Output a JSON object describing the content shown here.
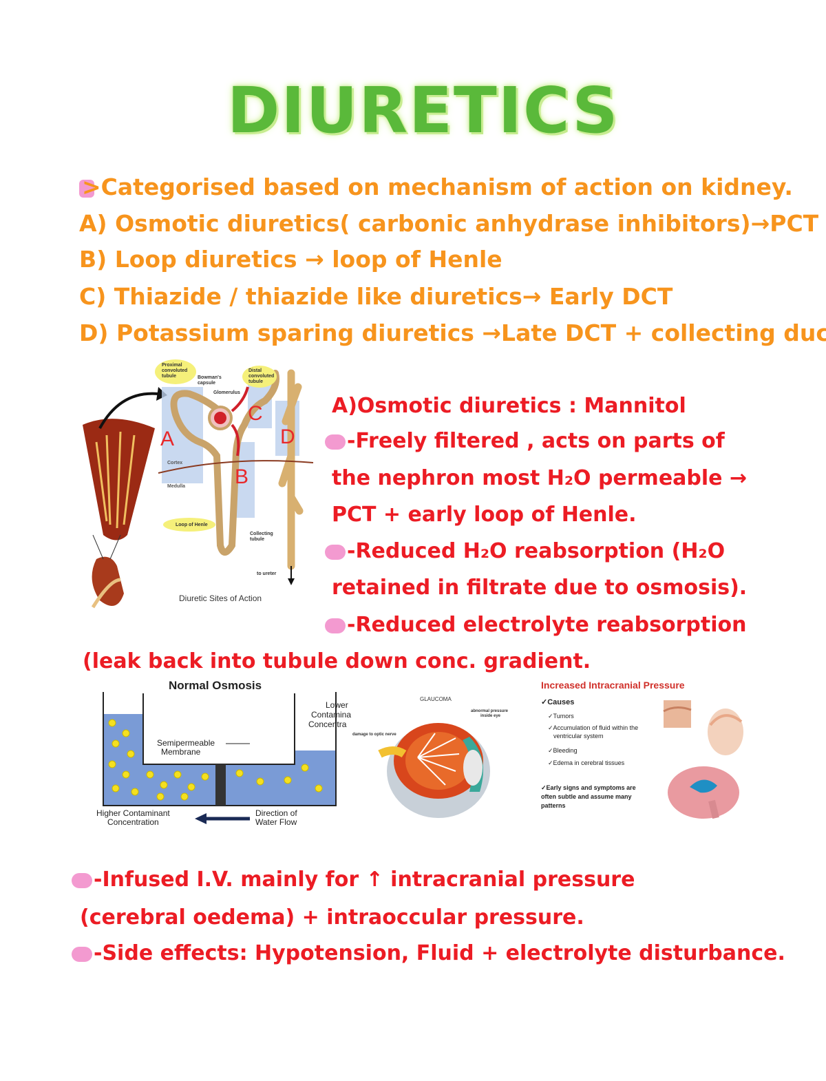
{
  "title": "DIURETICS",
  "intro": {
    "line1": ">Categorised based on mechanism of action on kidney.",
    "a": "A) Osmotic diuretics( carbonic anhydrase inhibitors)→PCT",
    "b": "B) Loop diuretics → loop of Henle",
    "c": "C) Thiazide / thiazide like diuretics→ Early DCT",
    "d": "D) Potassium sparing diuretics →Late DCT + collecting duct"
  },
  "nephron_figure": {
    "labels": {
      "pct": "Proximal convoluted tubule",
      "bowman": "Bowman's capsule",
      "glomerulus": "Glomerulus",
      "dct": "Distal convoluted tubule",
      "cortex": "Cortex",
      "medulla": "Medulla",
      "loop": "Loop of Henle",
      "collecting": "Collecting tubule",
      "ureter": "to ureter",
      "A": "A",
      "B": "B",
      "C": "C",
      "D": "D"
    },
    "caption": "Diuretic Sites of Action"
  },
  "osmotic": {
    "heading": "A)Osmotic diuretics : Mannitol",
    "p1l1": "-Freely filtered , acts on parts of",
    "p1l2": "the nephron most H₂O permeable →",
    "p1l3": "PCT + early loop of Henle.",
    "p2l1": "-Reduced H₂O reabsorption (H₂O",
    "p2l2": "retained in filtrate due to osmosis).",
    "p3l1": "-Reduced electrolyte reabsorption",
    "p3l2": "(leak back into tubule down conc. gradient."
  },
  "osmosis_figure": {
    "title": "Normal Osmosis",
    "semi": "Semipermeable",
    "membrane": "Membrane",
    "lower1": "Lower",
    "lower2": "Contamina",
    "lower3": "Concentra",
    "higher1": "Higher Contaminant",
    "higher2": "Concentration",
    "dir1": "Direction of",
    "dir2": "Water Flow"
  },
  "glaucoma_figure": {
    "title": "GLAUCOMA",
    "abnormal1": "abnormal pressure",
    "abnormal2": "inside eye",
    "damage": "damage to optic nerve"
  },
  "icp_figure": {
    "title": "Increased Intracranial Pressure",
    "causes": "✓Causes",
    "c1": "✓Tumors",
    "c2a": "✓Accumulation of fluid within the",
    "c2b": "ventricular system",
    "c3": "✓Bleeding",
    "c4": "✓Edema in cerebral tissues",
    "e1": "✓Early signs and symptoms are",
    "e2": "often subtle and assume many",
    "e3": "patterns"
  },
  "uses": {
    "l1": "-Infused I.V. mainly for ↑ intracranial pressure",
    "l2": "(cerebral oedema) + intraoccular pressure.",
    "l3": "-Side effects: Hypotension, Fluid + electrolyte disturbance."
  },
  "colors": {
    "title": "#5ab93a",
    "orange_text": "#f7941d",
    "red_text": "#ec1c24",
    "pink_bullet": "#f39ad0"
  }
}
